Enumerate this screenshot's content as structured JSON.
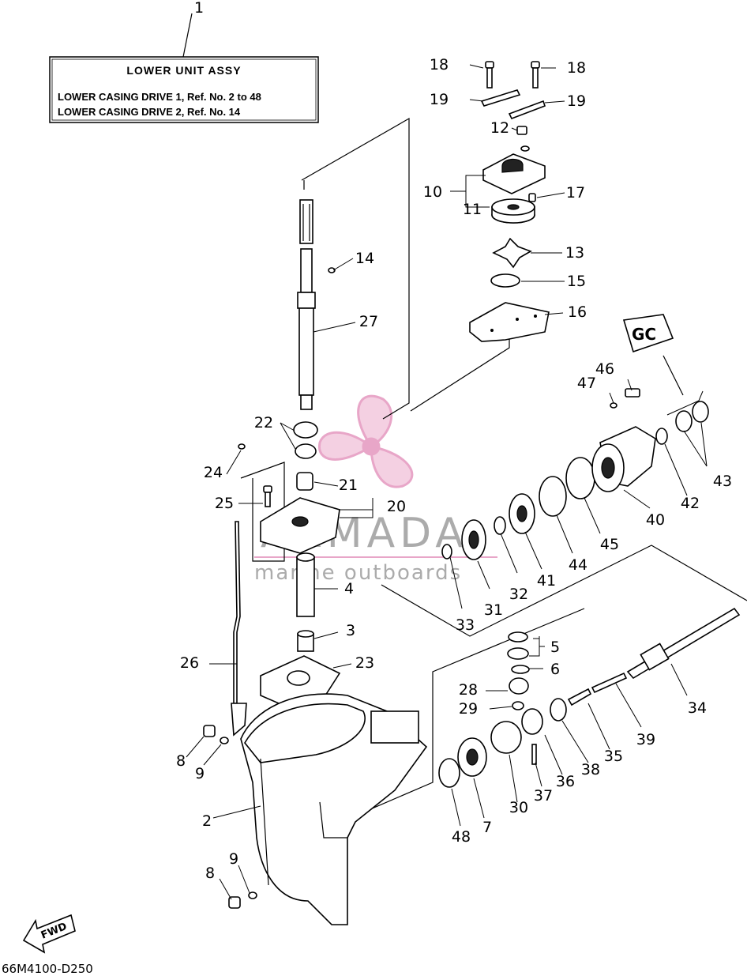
{
  "assembly_box": {
    "title": "LOWER UNIT ASSY",
    "line1": "LOWER CASING DRIVE 1,  Ref. No. 2 to 48",
    "line2": "LOWER CASING DRIVE 2,  Ref. No. 14"
  },
  "diagram_code": "66M4100-D250",
  "watermark": {
    "brand": "ARMADA",
    "tagline": "marine outboards",
    "colors": {
      "logo_pink": "#e8a6c8",
      "text_gray": "#8f8f8f"
    }
  },
  "fwd_arrow_label": "FWD",
  "sealant_tag_label": "GC",
  "callouts": {
    "c1": "1",
    "c18a": "18",
    "c18b": "18",
    "c19a": "19",
    "c19b": "19",
    "c12": "12",
    "c10": "10",
    "c11": "11",
    "c17": "17",
    "c13": "13",
    "c15": "15",
    "c16": "16",
    "c14": "14",
    "c27": "27",
    "c46": "46",
    "c47": "47",
    "c22": "22",
    "c24": "24",
    "c21": "21",
    "c25": "25",
    "c20": "20",
    "c43": "43",
    "c42": "42",
    "c40": "40",
    "c45": "45",
    "c44": "44",
    "c41": "41",
    "c32": "32",
    "c31": "31",
    "c33": "33",
    "c4": "4",
    "c3": "3",
    "c23": "23",
    "c26": "26",
    "c5": "5",
    "c6": "6",
    "c28": "28",
    "c29": "29",
    "c34": "34",
    "c39": "39",
    "c35": "35",
    "c38": "38",
    "c36": "36",
    "c37": "37",
    "c30": "30",
    "c7": "7",
    "c48": "48",
    "c8a": "8",
    "c9a": "9",
    "c2": "2",
    "c8b": "8",
    "c9b": "9"
  }
}
